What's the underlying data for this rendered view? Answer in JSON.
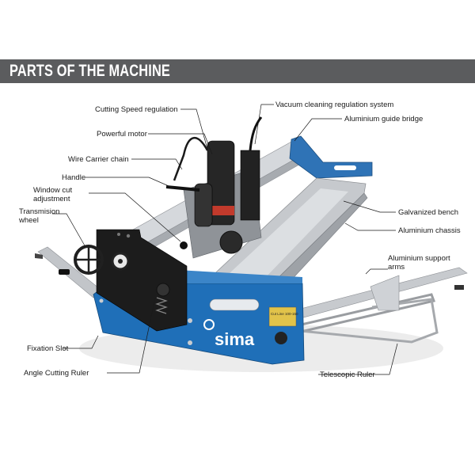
{
  "header": {
    "title": "PARTS OF THE MACHINE"
  },
  "machine": {
    "brand": "sima",
    "plate_text": "Cut Line 100-150"
  },
  "labels": {
    "cutting_speed": "Cutting Speed regulation",
    "vacuum": "Vacuum cleaning regulation system",
    "guide_bridge": "Aluminium guide bridge",
    "motor": "Powerful motor",
    "chain": "Wire Carrier chain",
    "handle": "Handle",
    "window_cut": "Window cut adjustment",
    "transmission": "Transmision wheel",
    "galvanized": "Galvanized bench",
    "chassis": "Aluminium chassis",
    "support_arms": "Aluminium support arms",
    "fixation": "Fixation Slot",
    "angle_ruler": "Angle Cutting Ruler",
    "telescopic": "Telescopic Ruler"
  },
  "colors": {
    "banner": "#5b5c5e",
    "machine_blue": "#1f6fb8",
    "aluminium": "#c9ccd0",
    "bench": "#b9bcc0",
    "black_parts": "#1c1c1c"
  }
}
